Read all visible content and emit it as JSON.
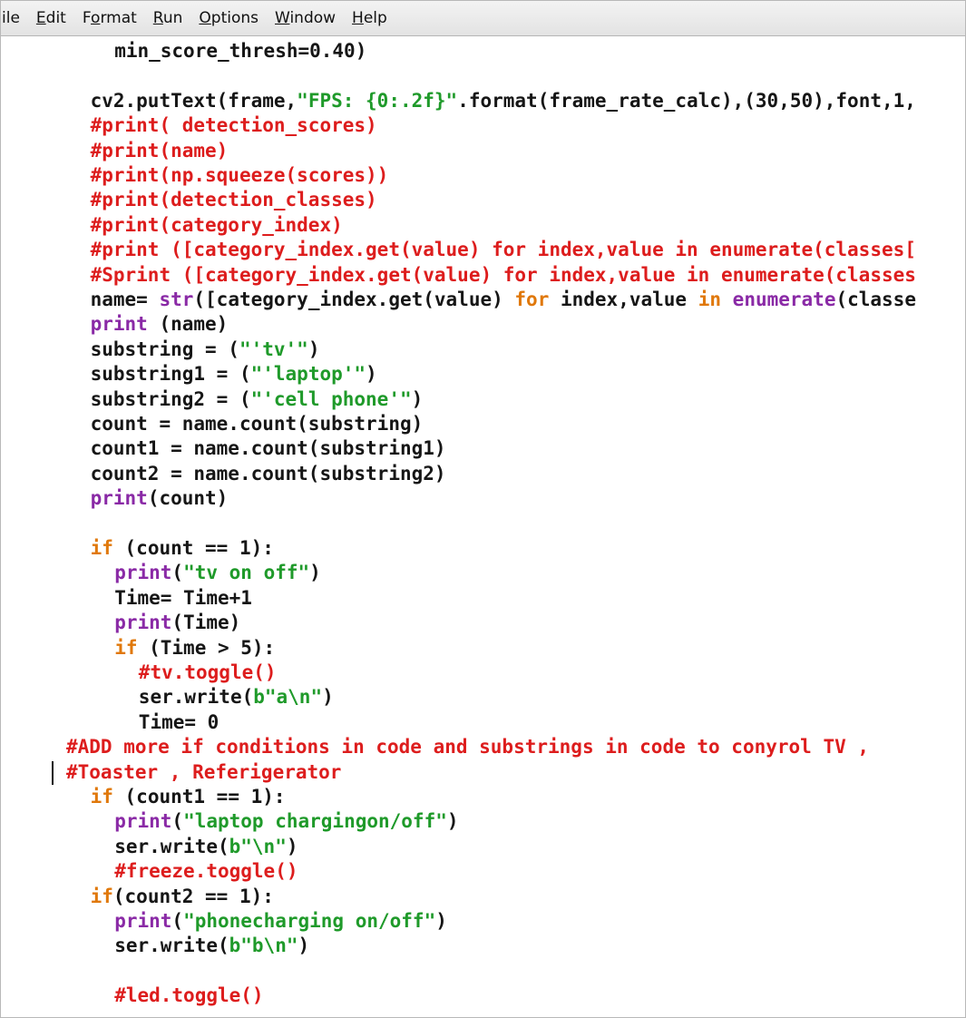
{
  "menubar": {
    "items": [
      {
        "label": "ile",
        "underline_index": -1
      },
      {
        "label": "Edit",
        "underline_index": 0
      },
      {
        "label": "Format",
        "underline_index": 1
      },
      {
        "label": "Run",
        "underline_index": 0
      },
      {
        "label": "Options",
        "underline_index": 0
      },
      {
        "label": "Window",
        "underline_index": 0
      },
      {
        "label": "Help",
        "underline_index": 0
      }
    ]
  },
  "syntax_colors": {
    "keyword": "#e0780a",
    "builtin": "#8a2aa6",
    "string": "#1f9a2a",
    "comment": "#dd1d1d",
    "default": "#161616"
  },
  "code": {
    "lines": [
      {
        "indent": 2,
        "tokens": [
          {
            "t": "min_score_thresh=0.40)",
            "c": ""
          }
        ]
      },
      {
        "indent": 0,
        "tokens": []
      },
      {
        "indent": 1,
        "tokens": [
          {
            "t": "cv2.putText(frame,",
            "c": ""
          },
          {
            "t": "\"FPS: {0:.2f}\"",
            "c": "st"
          },
          {
            "t": ".format(frame_rate_calc),(30,50),font,1,",
            "c": ""
          }
        ]
      },
      {
        "indent": 1,
        "tokens": [
          {
            "t": "#print( detection_scores)",
            "c": "cm"
          }
        ]
      },
      {
        "indent": 1,
        "tokens": [
          {
            "t": "#print(name)",
            "c": "cm"
          }
        ]
      },
      {
        "indent": 1,
        "tokens": [
          {
            "t": "#print(np.squeeze(scores))",
            "c": "cm"
          }
        ]
      },
      {
        "indent": 1,
        "tokens": [
          {
            "t": "#print(detection_classes)",
            "c": "cm"
          }
        ]
      },
      {
        "indent": 1,
        "tokens": [
          {
            "t": "#print(category_index)",
            "c": "cm"
          }
        ]
      },
      {
        "indent": 1,
        "tokens": [
          {
            "t": "#print ([category_index.get(value) for index,value in enumerate(classes[",
            "c": "cm"
          }
        ]
      },
      {
        "indent": 1,
        "tokens": [
          {
            "t": "#Sprint ([category_index.get(value) for index,value in enumerate(classes",
            "c": "cm"
          }
        ]
      },
      {
        "indent": 1,
        "tokens": [
          {
            "t": "name= ",
            "c": ""
          },
          {
            "t": "str",
            "c": "bi"
          },
          {
            "t": "([category_index.get(value) ",
            "c": ""
          },
          {
            "t": "for",
            "c": "kw"
          },
          {
            "t": " index,value ",
            "c": ""
          },
          {
            "t": "in",
            "c": "kw"
          },
          {
            "t": " ",
            "c": ""
          },
          {
            "t": "enumerate",
            "c": "bi"
          },
          {
            "t": "(classe",
            "c": ""
          }
        ]
      },
      {
        "indent": 1,
        "tokens": [
          {
            "t": "print",
            "c": "bi"
          },
          {
            "t": " (name)",
            "c": ""
          }
        ]
      },
      {
        "indent": 1,
        "tokens": [
          {
            "t": "substring = (",
            "c": ""
          },
          {
            "t": "\"'tv'\"",
            "c": "st"
          },
          {
            "t": ")",
            "c": ""
          }
        ]
      },
      {
        "indent": 1,
        "tokens": [
          {
            "t": "substring1 = (",
            "c": ""
          },
          {
            "t": "\"'laptop'\"",
            "c": "st"
          },
          {
            "t": ")",
            "c": ""
          }
        ]
      },
      {
        "indent": 1,
        "tokens": [
          {
            "t": "substring2 = (",
            "c": ""
          },
          {
            "t": "\"'cell phone'\"",
            "c": "st"
          },
          {
            "t": ")",
            "c": ""
          }
        ]
      },
      {
        "indent": 1,
        "tokens": [
          {
            "t": "count = name.count(substring)",
            "c": ""
          }
        ]
      },
      {
        "indent": 1,
        "tokens": [
          {
            "t": "count1 = name.count(substring1)",
            "c": ""
          }
        ]
      },
      {
        "indent": 1,
        "tokens": [
          {
            "t": "count2 = name.count(substring2)",
            "c": ""
          }
        ]
      },
      {
        "indent": 1,
        "tokens": [
          {
            "t": "print",
            "c": "bi"
          },
          {
            "t": "(count)",
            "c": ""
          }
        ]
      },
      {
        "indent": 0,
        "tokens": []
      },
      {
        "indent": 1,
        "tokens": [
          {
            "t": "if",
            "c": "kw"
          },
          {
            "t": " (count == 1):",
            "c": ""
          }
        ]
      },
      {
        "indent": 2,
        "tokens": [
          {
            "t": "print",
            "c": "bi"
          },
          {
            "t": "(",
            "c": ""
          },
          {
            "t": "\"tv on off\"",
            "c": "st"
          },
          {
            "t": ")",
            "c": ""
          }
        ]
      },
      {
        "indent": 2,
        "tokens": [
          {
            "t": "Time= Time+1",
            "c": ""
          }
        ]
      },
      {
        "indent": 2,
        "tokens": [
          {
            "t": "print",
            "c": "bi"
          },
          {
            "t": "(Time)",
            "c": ""
          }
        ]
      },
      {
        "indent": 2,
        "tokens": [
          {
            "t": "if",
            "c": "kw"
          },
          {
            "t": " (Time > 5):",
            "c": ""
          }
        ]
      },
      {
        "indent": 3,
        "tokens": [
          {
            "t": "#tv.toggle()",
            "c": "cm"
          }
        ]
      },
      {
        "indent": 3,
        "tokens": [
          {
            "t": "ser.write(",
            "c": ""
          },
          {
            "t": "b\"a\\n\"",
            "c": "st"
          },
          {
            "t": ")",
            "c": ""
          }
        ]
      },
      {
        "indent": 3,
        "tokens": [
          {
            "t": "Time= 0",
            "c": ""
          }
        ]
      },
      {
        "indent": 0,
        "tokens": [
          {
            "t": "#ADD more if conditions in code and substrings in code to conyrol TV ,",
            "c": "cm"
          }
        ]
      },
      {
        "indent": 0,
        "tokens": [
          {
            "t": "#Toaster , Referigerator",
            "c": "cm"
          }
        ]
      },
      {
        "indent": 1,
        "tokens": [
          {
            "t": "if",
            "c": "kw"
          },
          {
            "t": " (count1 == 1):",
            "c": ""
          }
        ]
      },
      {
        "indent": 2,
        "tokens": [
          {
            "t": "print",
            "c": "bi"
          },
          {
            "t": "(",
            "c": ""
          },
          {
            "t": "\"laptop chargingon/off\"",
            "c": "st"
          },
          {
            "t": ")",
            "c": ""
          }
        ]
      },
      {
        "indent": 2,
        "tokens": [
          {
            "t": "ser.write(",
            "c": ""
          },
          {
            "t": "b\"\\n\"",
            "c": "st"
          },
          {
            "t": ")",
            "c": ""
          }
        ]
      },
      {
        "indent": 2,
        "tokens": [
          {
            "t": "#freeze.toggle()",
            "c": "cm"
          }
        ]
      },
      {
        "indent": 1,
        "tokens": [
          {
            "t": "if",
            "c": "kw"
          },
          {
            "t": "(count2 == 1):",
            "c": ""
          }
        ]
      },
      {
        "indent": 2,
        "tokens": [
          {
            "t": "print",
            "c": "bi"
          },
          {
            "t": "(",
            "c": ""
          },
          {
            "t": "\"phonecharging on/off\"",
            "c": "st"
          },
          {
            "t": ")",
            "c": ""
          }
        ]
      },
      {
        "indent": 2,
        "tokens": [
          {
            "t": "ser.write(",
            "c": ""
          },
          {
            "t": "b\"b\\n\"",
            "c": "st"
          },
          {
            "t": ")",
            "c": ""
          }
        ]
      },
      {
        "indent": 0,
        "tokens": []
      },
      {
        "indent": 2,
        "tokens": [
          {
            "t": "#led.toggle()",
            "c": "cm"
          }
        ]
      }
    ]
  }
}
